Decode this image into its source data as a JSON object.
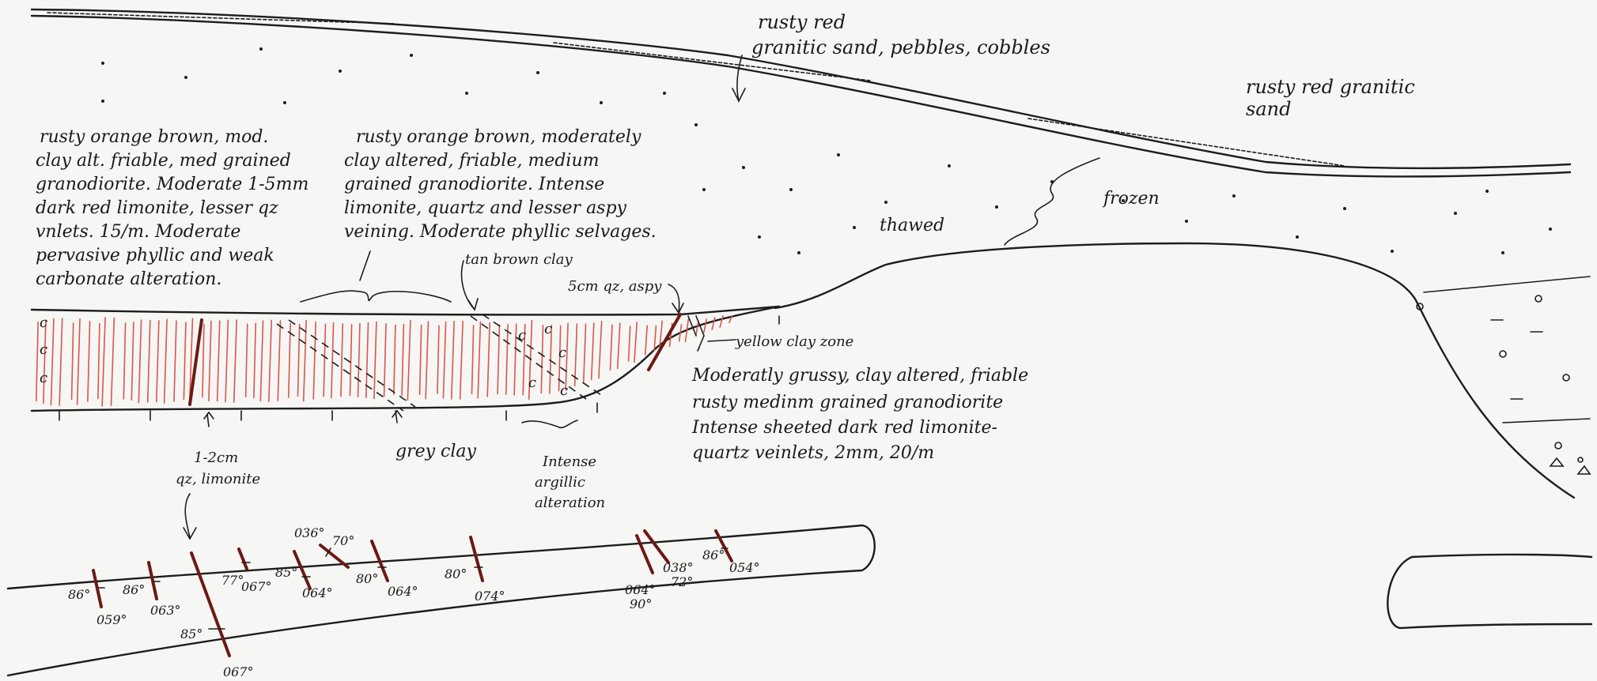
{
  "labels": {
    "top_gravel": [
      "rusty red",
      "granitic sand, pebbles, cobbles"
    ],
    "right_sand": [
      "rusty red granitic",
      "sand"
    ],
    "left_desc": [
      "rusty orange brown, mod.",
      "clay alt. friable, med grained",
      "granodiorite. Moderate 1-5mm",
      "dark red limonite, lesser qz",
      "vnlets. 15/m. Moderate",
      "pervasive phyllic and weak",
      "carbonate alteration."
    ],
    "mid_desc": [
      "rusty orange brown, moderately",
      "clay altered, friable, medium",
      "grained granodiorite. Intense",
      "limonite, quartz and lesser aspy",
      "veining. Moderate phyllic selvages."
    ],
    "tan_clay": "tan brown clay",
    "qz_aspy": "5cm qz, aspy",
    "yellow_clay": "yellow clay zone",
    "frozen": "frozen",
    "thawed": "thawed",
    "right_desc": [
      "Moderatly grussy, clay altered, friable",
      "rusty medinm grained granodiorite",
      "Intense sheeted dark red limonite-",
      "quartz veinlets, 2mm, 20/m"
    ],
    "vein_note": [
      "1-2cm",
      "qz, limonite"
    ],
    "grey_clay": "grey clay",
    "argillic": [
      "Intense",
      "argillic",
      "alteration"
    ],
    "carbonate_mark": "c"
  },
  "structures": [
    {
      "dip": "86°",
      "dir": "059°"
    },
    {
      "dip": "86°",
      "dir": "063°"
    },
    {
      "dip": "85°",
      "dir": "067°"
    },
    {
      "dip": "77°",
      "dir": "067°"
    },
    {
      "dip": "85°",
      "dir": "064°"
    },
    {
      "dip": "70°",
      "dir": "036°"
    },
    {
      "dip": "80°",
      "dir": "064°"
    },
    {
      "dip": "80°",
      "dir": "074°"
    },
    {
      "dip": "90°",
      "dir": "064°"
    },
    {
      "dip": "72°",
      "dir": "038°"
    },
    {
      "dip": "86°",
      "dir": "054°"
    }
  ]
}
